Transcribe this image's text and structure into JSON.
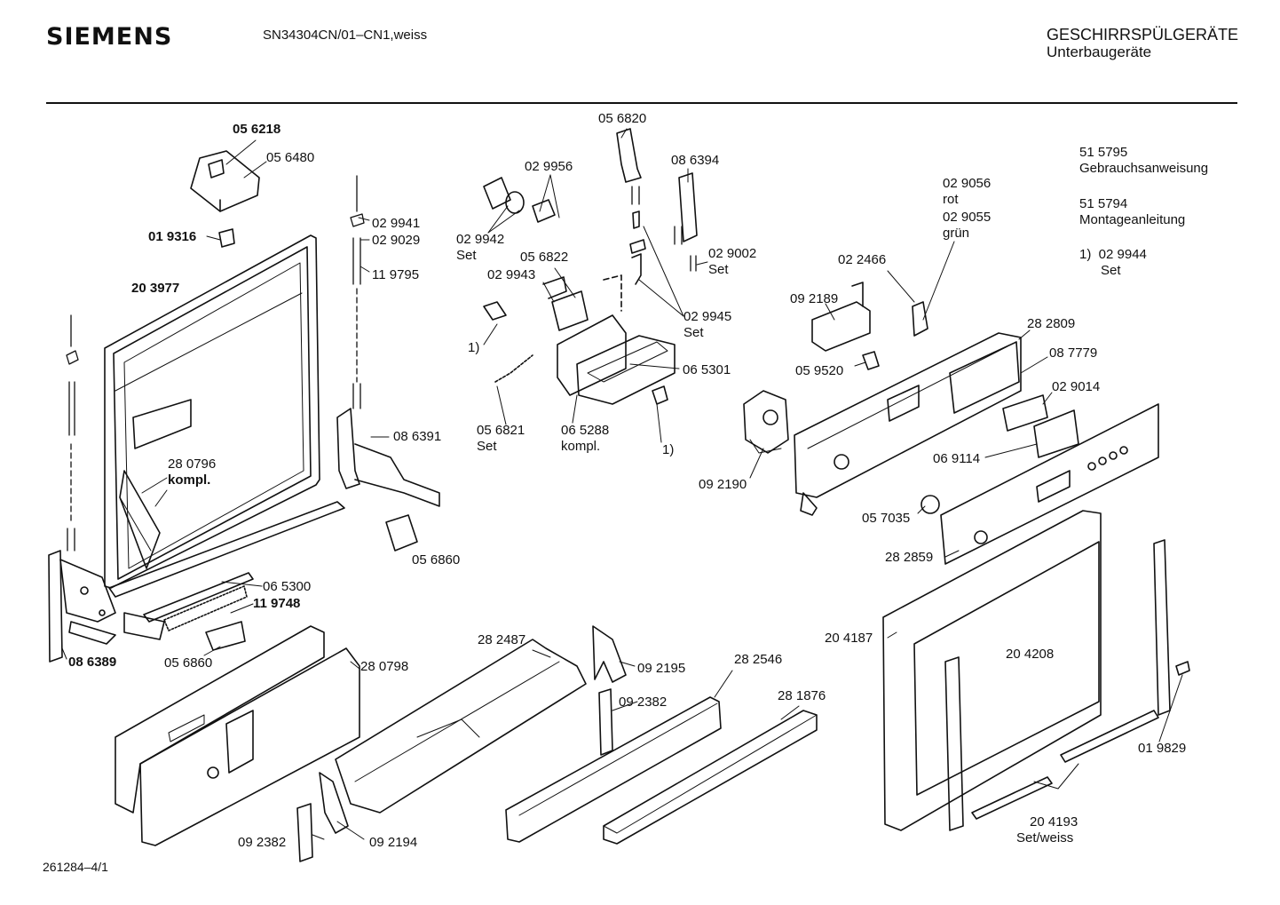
{
  "header": {
    "brand": "SIEMENS",
    "model": "SN34304CN/01–CN1,weiss",
    "category": "GESCHIRRSPÜLGERÄTE",
    "subcategory": "Unterbaugeräte"
  },
  "docs": [
    {
      "number": "51 5795",
      "title": "Gebrauchsanweisung"
    },
    {
      "number": "51 5794",
      "title": "Montageanleitung"
    },
    {
      "number": "1)  02 9944",
      "title": "Set"
    }
  ],
  "footer": {
    "drawing_id": "261284–4/1"
  },
  "parts": {
    "p056218": {
      "number": "05 6218"
    },
    "p056480": {
      "number": "05 6480"
    },
    "p019316": {
      "number": "01 9316"
    },
    "p203977": {
      "number": "20 3977"
    },
    "p029941": {
      "number": "02 9941"
    },
    "p029029": {
      "number": "02 9029"
    },
    "p119795": {
      "number": "11 9795"
    },
    "p280796": {
      "number": "28 0796",
      "note": "kompl."
    },
    "p086391": {
      "number": "08 6391"
    },
    "p056860a": {
      "number": "05 6860"
    },
    "p065300": {
      "number": "06 5300"
    },
    "p119748": {
      "number": "11 9748"
    },
    "p056860b": {
      "number": "05 6860"
    },
    "p086389": {
      "number": "08 6389"
    },
    "p280798": {
      "number": "28 0798"
    },
    "p092382a": {
      "number": "09 2382"
    },
    "p092194": {
      "number": "09 2194"
    },
    "p282487": {
      "number": "28 2487"
    },
    "p092195": {
      "number": "09 2195"
    },
    "p092382b": {
      "number": "09 2382"
    },
    "p282546": {
      "number": "28 2546"
    },
    "p281876": {
      "number": "28 1876"
    },
    "p056820": {
      "number": "05 6820"
    },
    "p029956": {
      "number": "02 9956"
    },
    "p086394": {
      "number": "08 6394"
    },
    "p029942": {
      "number": "02 9942",
      "note": "Set"
    },
    "p056822": {
      "number": "05 6822"
    },
    "p029943": {
      "number": "02 9943"
    },
    "p029002": {
      "number": "02 9002",
      "note": "Set"
    },
    "p029945": {
      "number": "02 9945",
      "note": "Set"
    },
    "ref1a": {
      "number": "1)"
    },
    "p065301": {
      "number": "06 5301"
    },
    "p056821": {
      "number": "05 6821",
      "note": "Set"
    },
    "p065288": {
      "number": "06 5288",
      "note": "kompl."
    },
    "ref1b": {
      "number": "1)"
    },
    "p092190": {
      "number": "09 2190"
    },
    "p029056": {
      "number": "02 9056",
      "note": "rot"
    },
    "p029055": {
      "number": "02 9055",
      "note": "grün"
    },
    "p022466": {
      "number": "02 2466"
    },
    "p092189": {
      "number": "09 2189"
    },
    "p282809": {
      "number": "28 2809"
    },
    "p087779": {
      "number": "08 7779"
    },
    "p059520": {
      "number": "05 9520"
    },
    "p029014": {
      "number": "02 9014"
    },
    "p069114": {
      "number": "06 9114"
    },
    "p057035": {
      "number": "05 7035"
    },
    "p282859": {
      "number": "28 2859"
    },
    "p204187": {
      "number": "20 4187"
    },
    "p204208": {
      "number": "20 4208"
    },
    "p019829": {
      "number": "01 9829"
    },
    "p204193": {
      "number": "20 4193",
      "note": "Set/weiss"
    }
  }
}
